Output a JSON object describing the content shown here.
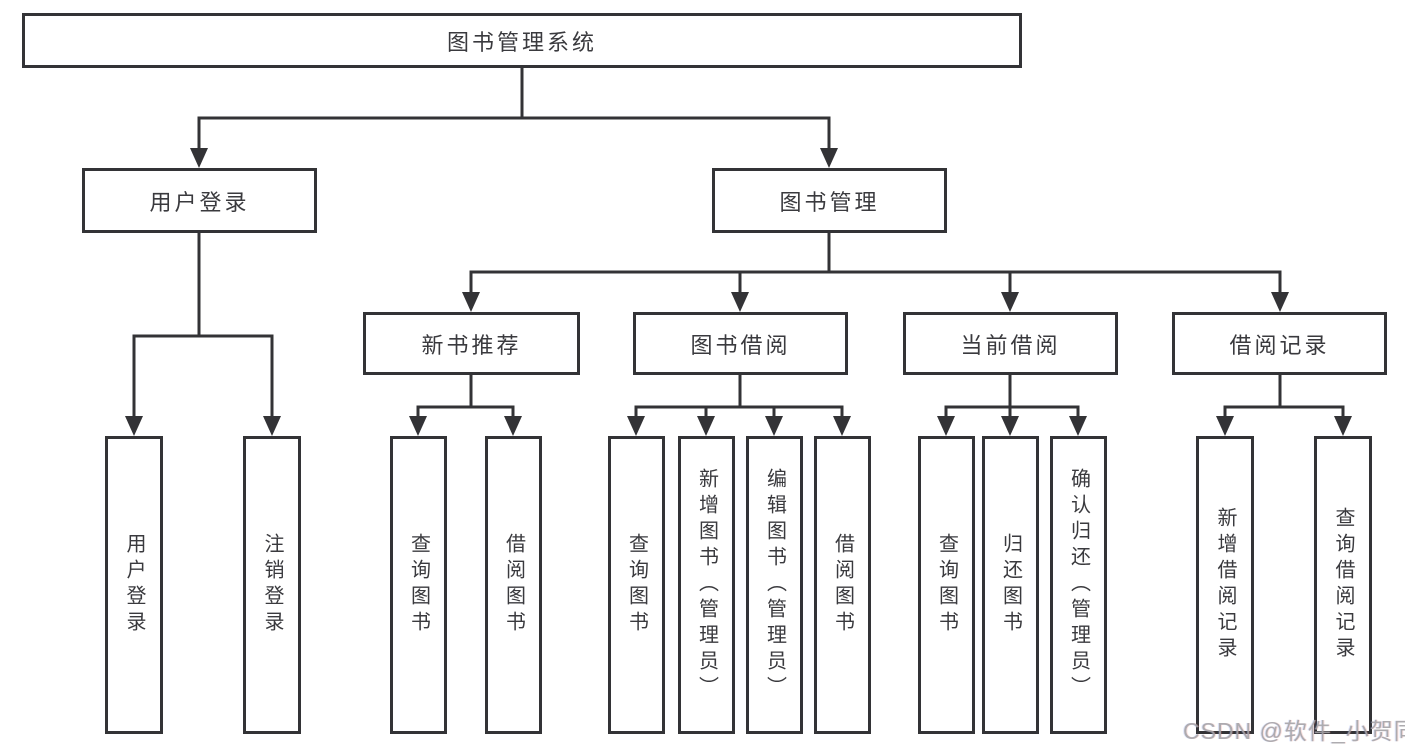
{
  "tree": {
    "root": {
      "label": "图书管理系统",
      "children": [
        {
          "label": "用户登录",
          "children": [
            {
              "label": "用户登录"
            },
            {
              "label": "注销登录"
            }
          ]
        },
        {
          "label": "图书管理",
          "children": [
            {
              "label": "新书推荐",
              "children": [
                {
                  "label": "查询图书"
                },
                {
                  "label": "借阅图书"
                }
              ]
            },
            {
              "label": "图书借阅",
              "children": [
                {
                  "label": "查询图书"
                },
                {
                  "label": "新增图书（管理员）"
                },
                {
                  "label": "编辑图书（管理员）"
                },
                {
                  "label": "借阅图书"
                }
              ]
            },
            {
              "label": "当前借阅",
              "children": [
                {
                  "label": "查询图书"
                },
                {
                  "label": "归还图书"
                },
                {
                  "label": "确认归还（管理员）"
                }
              ]
            },
            {
              "label": "借阅记录",
              "children": [
                {
                  "label": "新增借阅记录"
                },
                {
                  "label": "查询借阅记录"
                }
              ]
            }
          ]
        }
      ]
    }
  },
  "watermark": {
    "text": "CSDN @软件_小贺同学"
  },
  "colors": {
    "line": "#333336",
    "text": "#3a3a3e",
    "watermark": "#a5a2a7",
    "background": "#ffffff"
  }
}
